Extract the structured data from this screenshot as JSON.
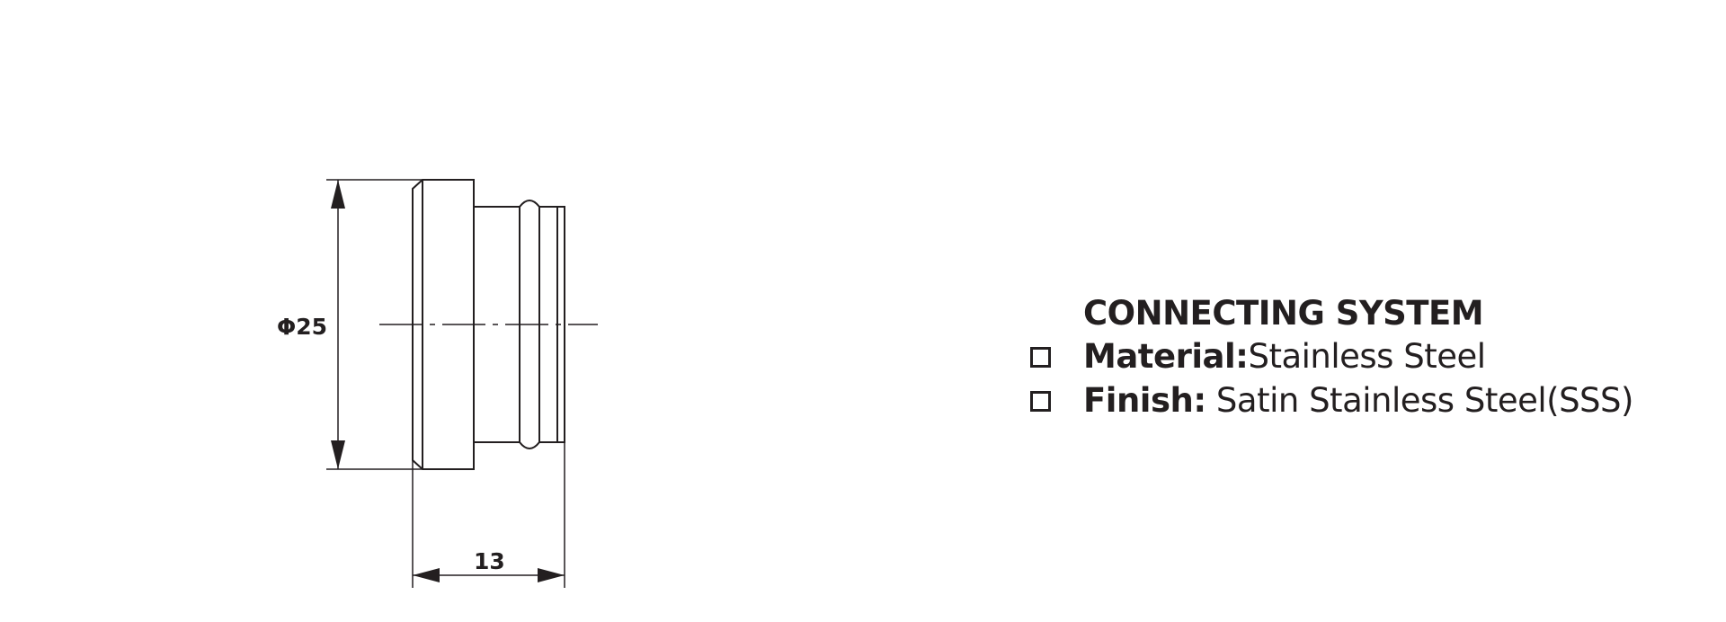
{
  "drawing": {
    "diameter_label": "Φ25",
    "length_label": "13",
    "line_color": "#231f20"
  },
  "spec": {
    "title": "CONNECTING SYSTEM",
    "items": [
      {
        "label": "Material:",
        "value": "Stainless Steel"
      },
      {
        "label": "Finish:",
        "value": " Satin Stainless Steel(SSS)"
      }
    ]
  }
}
